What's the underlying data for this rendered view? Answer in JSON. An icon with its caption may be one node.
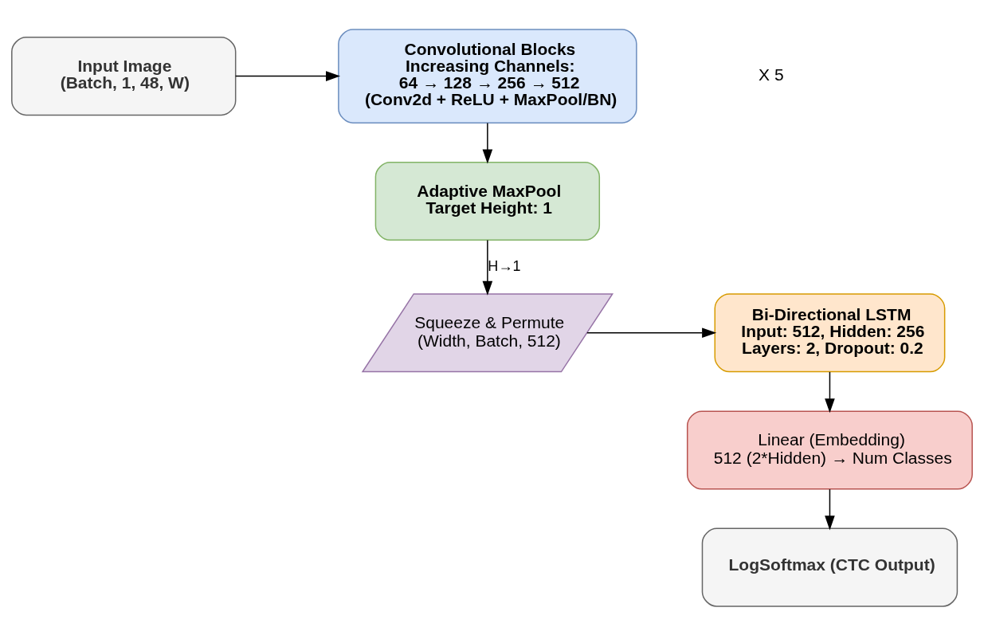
{
  "diagram": {
    "nodes": [
      {
        "text": [
          "Input Image",
          "(Batch, 1, 48, W)"
        ]
      },
      {
        "text": [
          "Convolutional Blocks",
          "Increasing Channels:",
          "64 → 128 → 256 → 512",
          "(Conv2d + ReLU + MaxPool/BN)"
        ]
      },
      {
        "text": [
          "Adaptive MaxPool",
          "Target Height: 1"
        ]
      },
      {
        "text": [
          "Squeeze & Permute",
          "(Width, Batch, 512)"
        ]
      },
      {
        "text": [
          "Bi-Directional LSTM",
          "Input: 512, Hidden: 256",
          "Layers: 2, Dropout: 0.2"
        ]
      },
      {
        "text": [
          "Linear (Embedding)",
          "512 (2*Hidden) → Num Classes"
        ]
      },
      {
        "text": [
          "LogSoftmax (CTC Output)"
        ]
      }
    ],
    "edges": [
      {
        "from": 0,
        "to": 1,
        "arrow": "to"
      },
      {
        "from": 1,
        "to": 2,
        "arrow": "to"
      },
      {
        "from": 2,
        "to": 3,
        "arrow": "to",
        "label": "H→1"
      },
      {
        "from": 3,
        "to": 4,
        "arrow": "to"
      },
      {
        "from": 4,
        "to": 5,
        "arrow": "to"
      },
      {
        "from": 5,
        "to": 6,
        "arrow": "to"
      }
    ],
    "labels": [
      "X 5"
    ]
  }
}
